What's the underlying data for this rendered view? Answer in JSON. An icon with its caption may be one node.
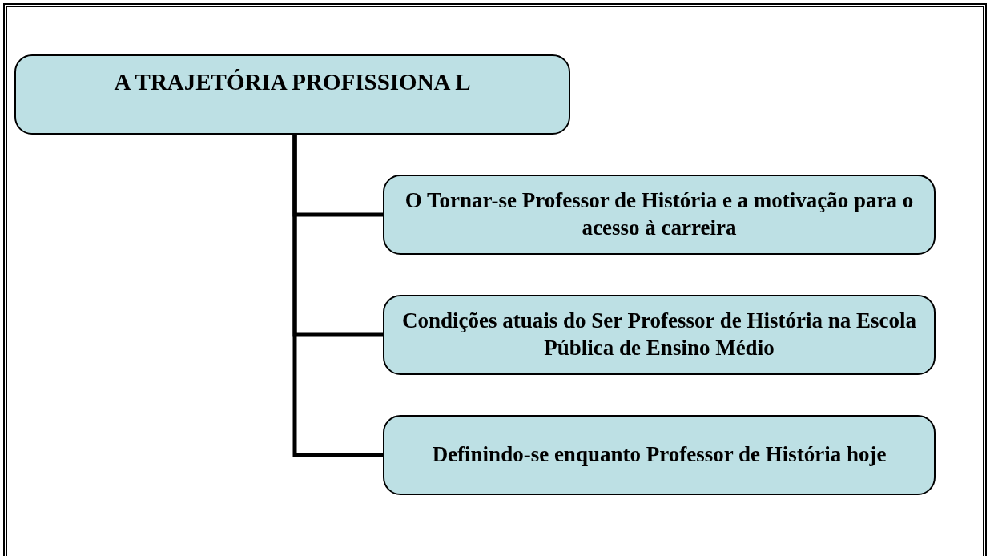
{
  "diagram": {
    "nodes": [
      {
        "text": [
          "A TRAJETÓRIA PROFISSIONA L"
        ]
      },
      {
        "text": [
          "O Tornar-se Professor de História e a motivação para o acesso à carreira"
        ]
      },
      {
        "text": [
          "Condições atuais do Ser Professor de História na Escola Pública de Ensino Médio"
        ]
      },
      {
        "text": [
          "Definindo-se enquanto Professor de História hoje"
        ]
      }
    ],
    "edges": [
      {
        "from": 0,
        "to": 1,
        "arrow": "none"
      },
      {
        "from": 0,
        "to": 2,
        "arrow": "none"
      },
      {
        "from": 0,
        "to": 3,
        "arrow": "none"
      }
    ]
  }
}
